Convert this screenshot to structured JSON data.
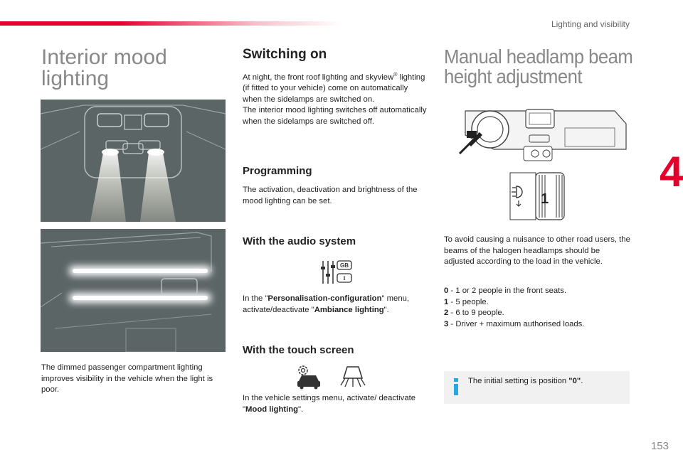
{
  "header": {
    "section": "Lighting and visibility",
    "chapter": "4",
    "page": "153"
  },
  "left": {
    "title_line1": "Interior mood",
    "title_line2": "lighting",
    "caption": "The dimmed passenger compartment lighting improves visibility in the vehicle when the light is poor."
  },
  "middle": {
    "switching": {
      "heading": "Switching on",
      "text_a": "At night, the front roof lighting and skyview",
      "reg": "®",
      "text_b": " lighting (if fitted to your vehicle) come on automatically when the sidelamps are switched on.",
      "text_c": "The interior mood lighting switches off automatically when the sidelamps are switched off."
    },
    "programming": {
      "heading": "Programming",
      "text": "The activation, deactivation and brightness of the mood lighting can be set."
    },
    "audio": {
      "heading": "With the audio system",
      "text_pre": "In the \"",
      "menu": "Personalisation-configuration",
      "text_mid": "\" menu, activate/deactivate \"",
      "option": "Ambiance lighting",
      "text_post": "\".",
      "icon_label_top": "GB",
      "icon_label_bottom": "I"
    },
    "touch": {
      "heading": "With the touch screen",
      "text_pre": "In the vehicle settings menu, activate/ deactivate \"",
      "option": "Mood lighting",
      "text_post": "\"."
    }
  },
  "right": {
    "title_line1": "Manual headlamp beam",
    "title_line2": "height adjustment",
    "dial_label": "1",
    "intro": "To avoid causing a nuisance to other road users, the beams of the halogen headlamps should be adjusted according to the load in the vehicle.",
    "positions": [
      {
        "key": "0",
        "text": " - 1 or 2 people in the front seats."
      },
      {
        "key": "1",
        "text": " - 5 people."
      },
      {
        "key": "2",
        "text": " - 6 to 9 people."
      },
      {
        "key": "3",
        "text": " - Driver + maximum authorised loads."
      }
    ],
    "note_pre": "The initial setting is position ",
    "note_value": "\"0\"",
    "note_post": "."
  },
  "colors": {
    "accent": "#e4002b",
    "note_icon": "#2aa6e0",
    "photo_bg": "#5c6566",
    "title_gray": "#888888"
  }
}
